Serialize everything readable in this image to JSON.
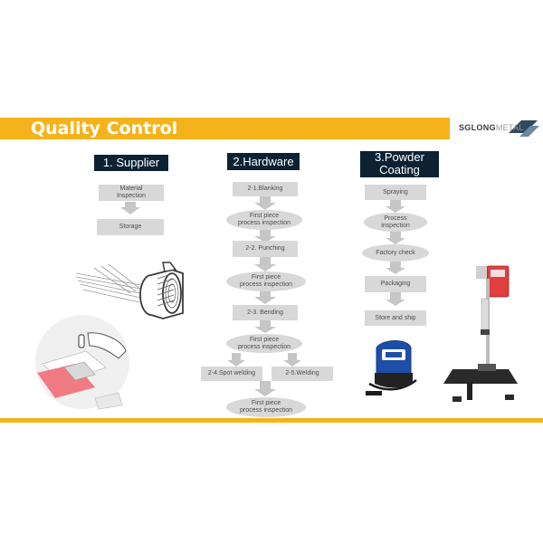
{
  "header": {
    "title": "Quality Control"
  },
  "logo": {
    "bold": "SGLONG",
    "light": "METAL"
  },
  "columns": [
    {
      "heading": "1. Supplier",
      "steps": [
        "Material\nInspection",
        "Storage"
      ]
    },
    {
      "heading": "2.Hardware",
      "steps": [
        "2-1.Blanking",
        "First piece\nprocess inspection",
        "2-2. Punching",
        "First piece\nprocess inspection",
        "2-3. Bending",
        "First piece\nprocess inspection",
        "2-4.Spot welding",
        "2-5.Welding",
        "First piece\nprocess inspection"
      ]
    },
    {
      "heading": "3.Powder\nCoating",
      "steps": [
        "Spraying",
        "Process\ninspection",
        "Factory check",
        "Packaging",
        "Store and ship"
      ]
    }
  ],
  "images": {
    "coil": "coil-feeder-illustration",
    "gauge": "coating-thickness-gauge",
    "tester": "impact-tester-machine",
    "glove": "hand-inspection-illustration"
  },
  "colors": {
    "accent": "#f5b31b",
    "heading_bg": "#0c2233",
    "step_bg": "#d8d8d8"
  }
}
